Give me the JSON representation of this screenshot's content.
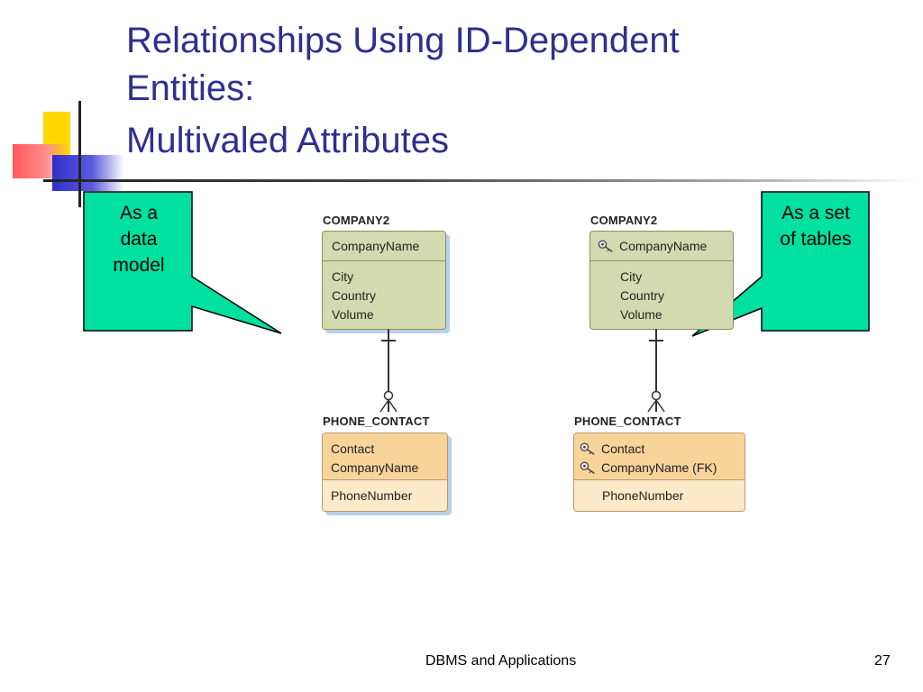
{
  "slide": {
    "title_lines": [
      "Relationships Using ID-Dependent",
      "Entities:",
      "Multivaled Attributes"
    ],
    "footer": "DBMS and Applications",
    "page_number": "27"
  },
  "callouts": {
    "left": {
      "lines": [
        "As a",
        "data",
        "model"
      ]
    },
    "right": {
      "lines": [
        "As a set",
        "of tables"
      ]
    }
  },
  "diagrams": {
    "data_model": {
      "parent": {
        "name": "COMPANY2",
        "key": "CompanyName",
        "attributes": [
          "City",
          "Country",
          "Volume"
        ]
      },
      "child": {
        "name": "PHONE_CONTACT",
        "keys": [
          "Contact",
          "CompanyName"
        ],
        "attributes": [
          "PhoneNumber"
        ]
      }
    },
    "tables": {
      "parent": {
        "name": "COMPANY2",
        "key": "CompanyName",
        "attributes": [
          "City",
          "Country",
          "Volume"
        ]
      },
      "child": {
        "name": "PHONE_CONTACT",
        "keys": [
          "Contact",
          "CompanyName (FK)"
        ],
        "attributes": [
          "PhoneNumber"
        ]
      }
    }
  },
  "colors": {
    "title": "#2f2f8f",
    "callout_fill": "#00e0a0",
    "parent_entity": "#d4dab0",
    "child_key": "#f8d49a",
    "child_attr": "#fbe9c8"
  }
}
